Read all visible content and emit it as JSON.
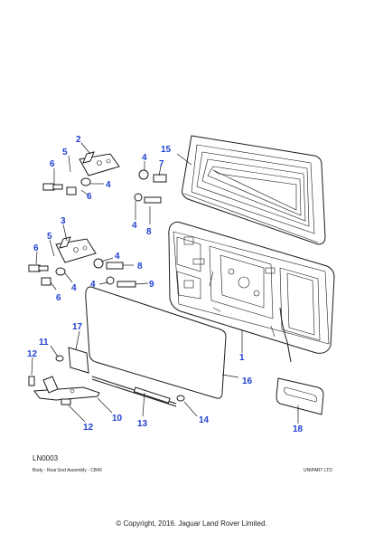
{
  "diagram": {
    "reference_code": "LN0003",
    "footer_left": "Body - Rear End Assembly - CB40",
    "footer_right": "UNIPART LTD",
    "copyright": "© Copyright, 2016. Jaguar Land Rover Limited."
  },
  "callouts": [
    "1",
    "2",
    "3",
    "4",
    "4",
    "4",
    "4",
    "4",
    "4",
    "5",
    "5",
    "6",
    "6",
    "6",
    "6",
    "7",
    "8",
    "8",
    "9",
    "10",
    "11",
    "12",
    "12",
    "13",
    "14",
    "15",
    "16",
    "17",
    "18"
  ],
  "colors": {
    "callout": "#1f3fd0",
    "line": "#1a1a1a",
    "background": "#ffffff"
  }
}
